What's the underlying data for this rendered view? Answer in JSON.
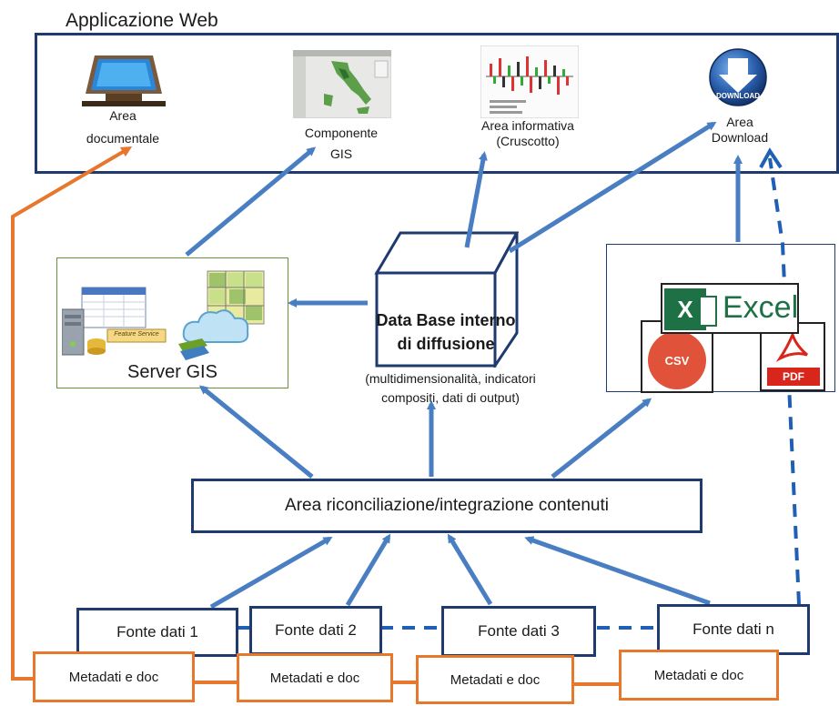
{
  "web_app": {
    "title": "Applicazione Web",
    "area_documentale": [
      "Area",
      "documentale"
    ],
    "componente_gis": [
      "Componente",
      "GIS"
    ],
    "area_informativa": [
      "Area informativa",
      "(Cruscotto)"
    ],
    "download_badge": "DOWNLOAD",
    "area_download": [
      "Area",
      "Download"
    ]
  },
  "server_gis": {
    "label": "Server GIS",
    "feature_service": "Feature Service"
  },
  "database": {
    "title_line1": "Data Base interno",
    "title_line2": "di diffusione",
    "subtitle_line1": "(multidimensionalità, indicatori",
    "subtitle_line2": "compositi, dati di output)"
  },
  "formats": {
    "excel": "Excel",
    "excel_x": "X",
    "csv": "CSV",
    "pdf": "PDF"
  },
  "reconciliation": "Area riconciliazione/integrazione contenuti",
  "sources": [
    "Fonte dati 1",
    "Fonte dati 2",
    "Fonte dati 3",
    "Fonte dati n"
  ],
  "metadata": [
    "Metadati e doc",
    "Metadati e doc",
    "Metadati e doc",
    "Metadati e doc"
  ],
  "colors": {
    "navy": "#1f3a6e",
    "arrow_blue": "#4a7ec2",
    "orange": "#e8772e",
    "server_border": "#6b8e3a",
    "excel_green": "#1e7145",
    "csv_red": "#e0533a",
    "pdf_red": "#d9261c"
  }
}
